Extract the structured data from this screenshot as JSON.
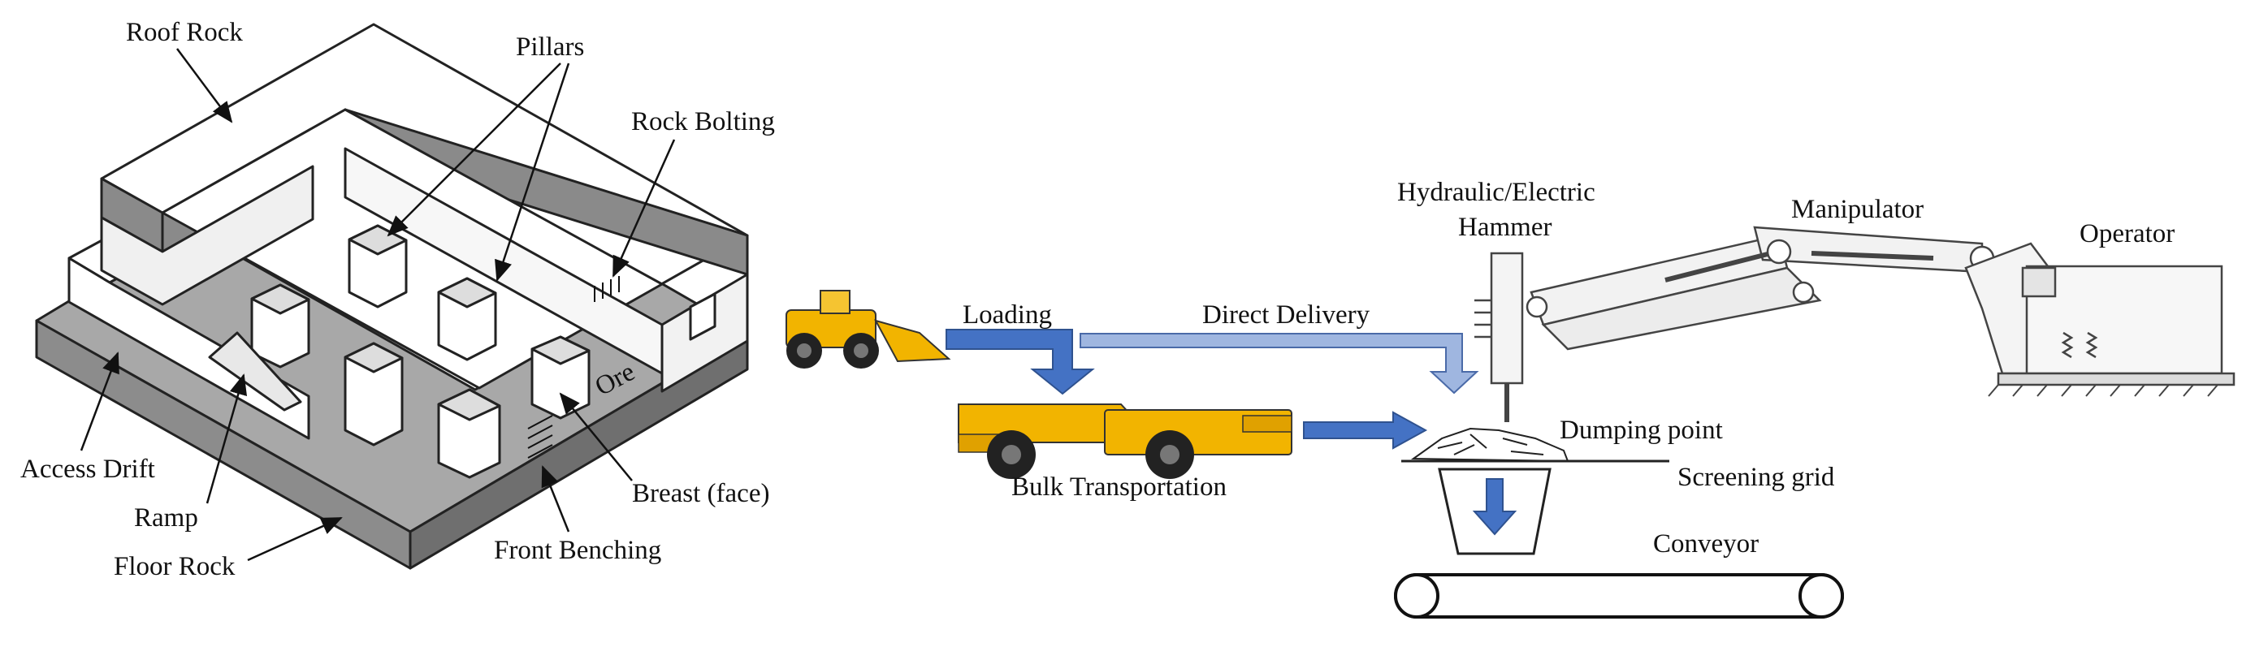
{
  "left_diagram": {
    "labels": {
      "roof_rock": "Roof Rock",
      "pillars": "Pillars",
      "rock_bolting": "Rock Bolting",
      "ore": "Ore",
      "access_drift": "Access Drift",
      "ramp": "Ramp",
      "floor_rock": "Floor Rock",
      "front_benching": "Front Benching",
      "breast_face": "Breast (face)"
    }
  },
  "flow": {
    "loading": "Loading",
    "direct_delivery": "Direct Delivery",
    "bulk_transportation": "Bulk Transportation",
    "dumping_point": "Dumping point",
    "screening_grid": "Screening grid",
    "conveyor": "Conveyor"
  },
  "rockbreaker": {
    "hammer_line1": "Hydraulic/Electric",
    "hammer_line2": "Hammer",
    "manipulator": "Manipulator",
    "operator": "Operator"
  },
  "colors": {
    "arrow_blue": "#4472c4",
    "arrow_light_blue": "#9fb6e0",
    "vehicle_yellow": "#f2b400",
    "block_dark_gray": "#8a8a8a",
    "floor_gray": "#a8a8a8"
  }
}
